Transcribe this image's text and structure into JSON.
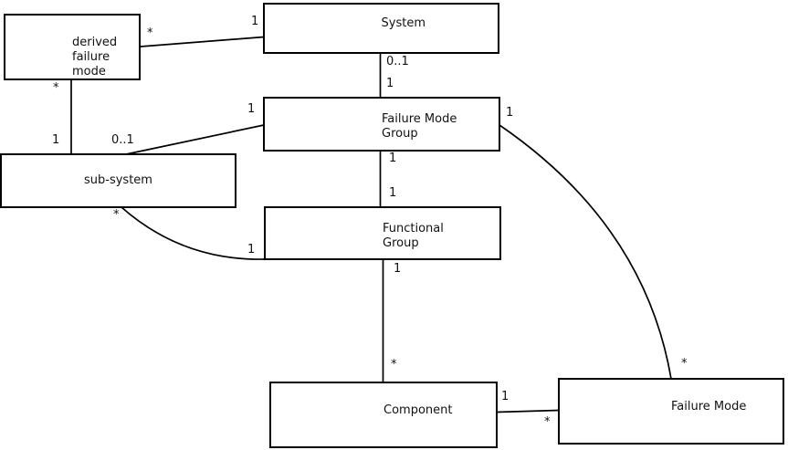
{
  "diagram": {
    "kind": "uml-class-diagram",
    "background": "#ffffff",
    "line_color": "#000000",
    "boxes": [
      {
        "id": "derived-failure-mode",
        "lines": [
          "derived",
          "failure",
          "mode"
        ]
      },
      {
        "id": "system",
        "lines": [
          "System"
        ]
      },
      {
        "id": "failure-mode-group",
        "lines": [
          "Failure Mode",
          "Group"
        ]
      },
      {
        "id": "sub-system",
        "lines": [
          "sub-system"
        ]
      },
      {
        "id": "functional-group",
        "lines": [
          "Functional",
          "Group"
        ]
      },
      {
        "id": "component",
        "lines": [
          "Component"
        ]
      },
      {
        "id": "failure-mode",
        "lines": [
          "Failure Mode"
        ]
      }
    ],
    "connections": [
      {
        "from": "derived failure mode",
        "to": "System",
        "from_label": "*",
        "to_label": "1"
      },
      {
        "from": "System",
        "to": "Failure Mode Group",
        "from_label": "0..1",
        "to_label": "1"
      },
      {
        "from": "Failure Mode Group",
        "to": "Functional Group",
        "from_label": "1",
        "to_label": "1"
      },
      {
        "from": "Functional Group",
        "to": "Component",
        "from_label": "1",
        "to_label": "*"
      },
      {
        "from": "derived failure mode",
        "to": "sub-system",
        "from_label": "*",
        "to_label": "1"
      },
      {
        "from": "sub-system",
        "to": "Failure Mode Group",
        "from_label": "0..1",
        "to_label": "1"
      },
      {
        "from": "sub-system",
        "to": "Functional Group",
        "from_label": "*",
        "to_label": "1"
      },
      {
        "from": "Failure Mode Group",
        "to": "Failure Mode",
        "from_label": "1",
        "to_label": "*"
      },
      {
        "from": "Component",
        "to": "Failure Mode",
        "from_label": "1",
        "to_label": "*"
      }
    ]
  }
}
